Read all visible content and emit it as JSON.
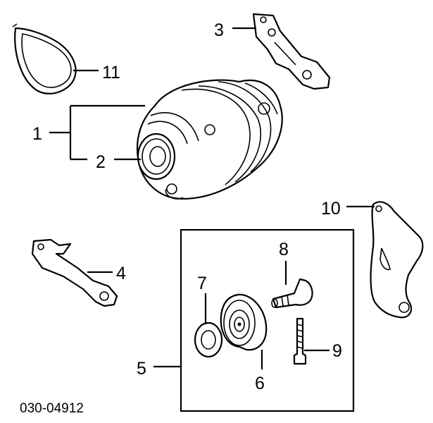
{
  "diagram": {
    "callouts": [
      "1",
      "2",
      "3",
      "4",
      "5",
      "6",
      "7",
      "8",
      "9",
      "10",
      "11"
    ],
    "diagram_code": "030-04912"
  }
}
